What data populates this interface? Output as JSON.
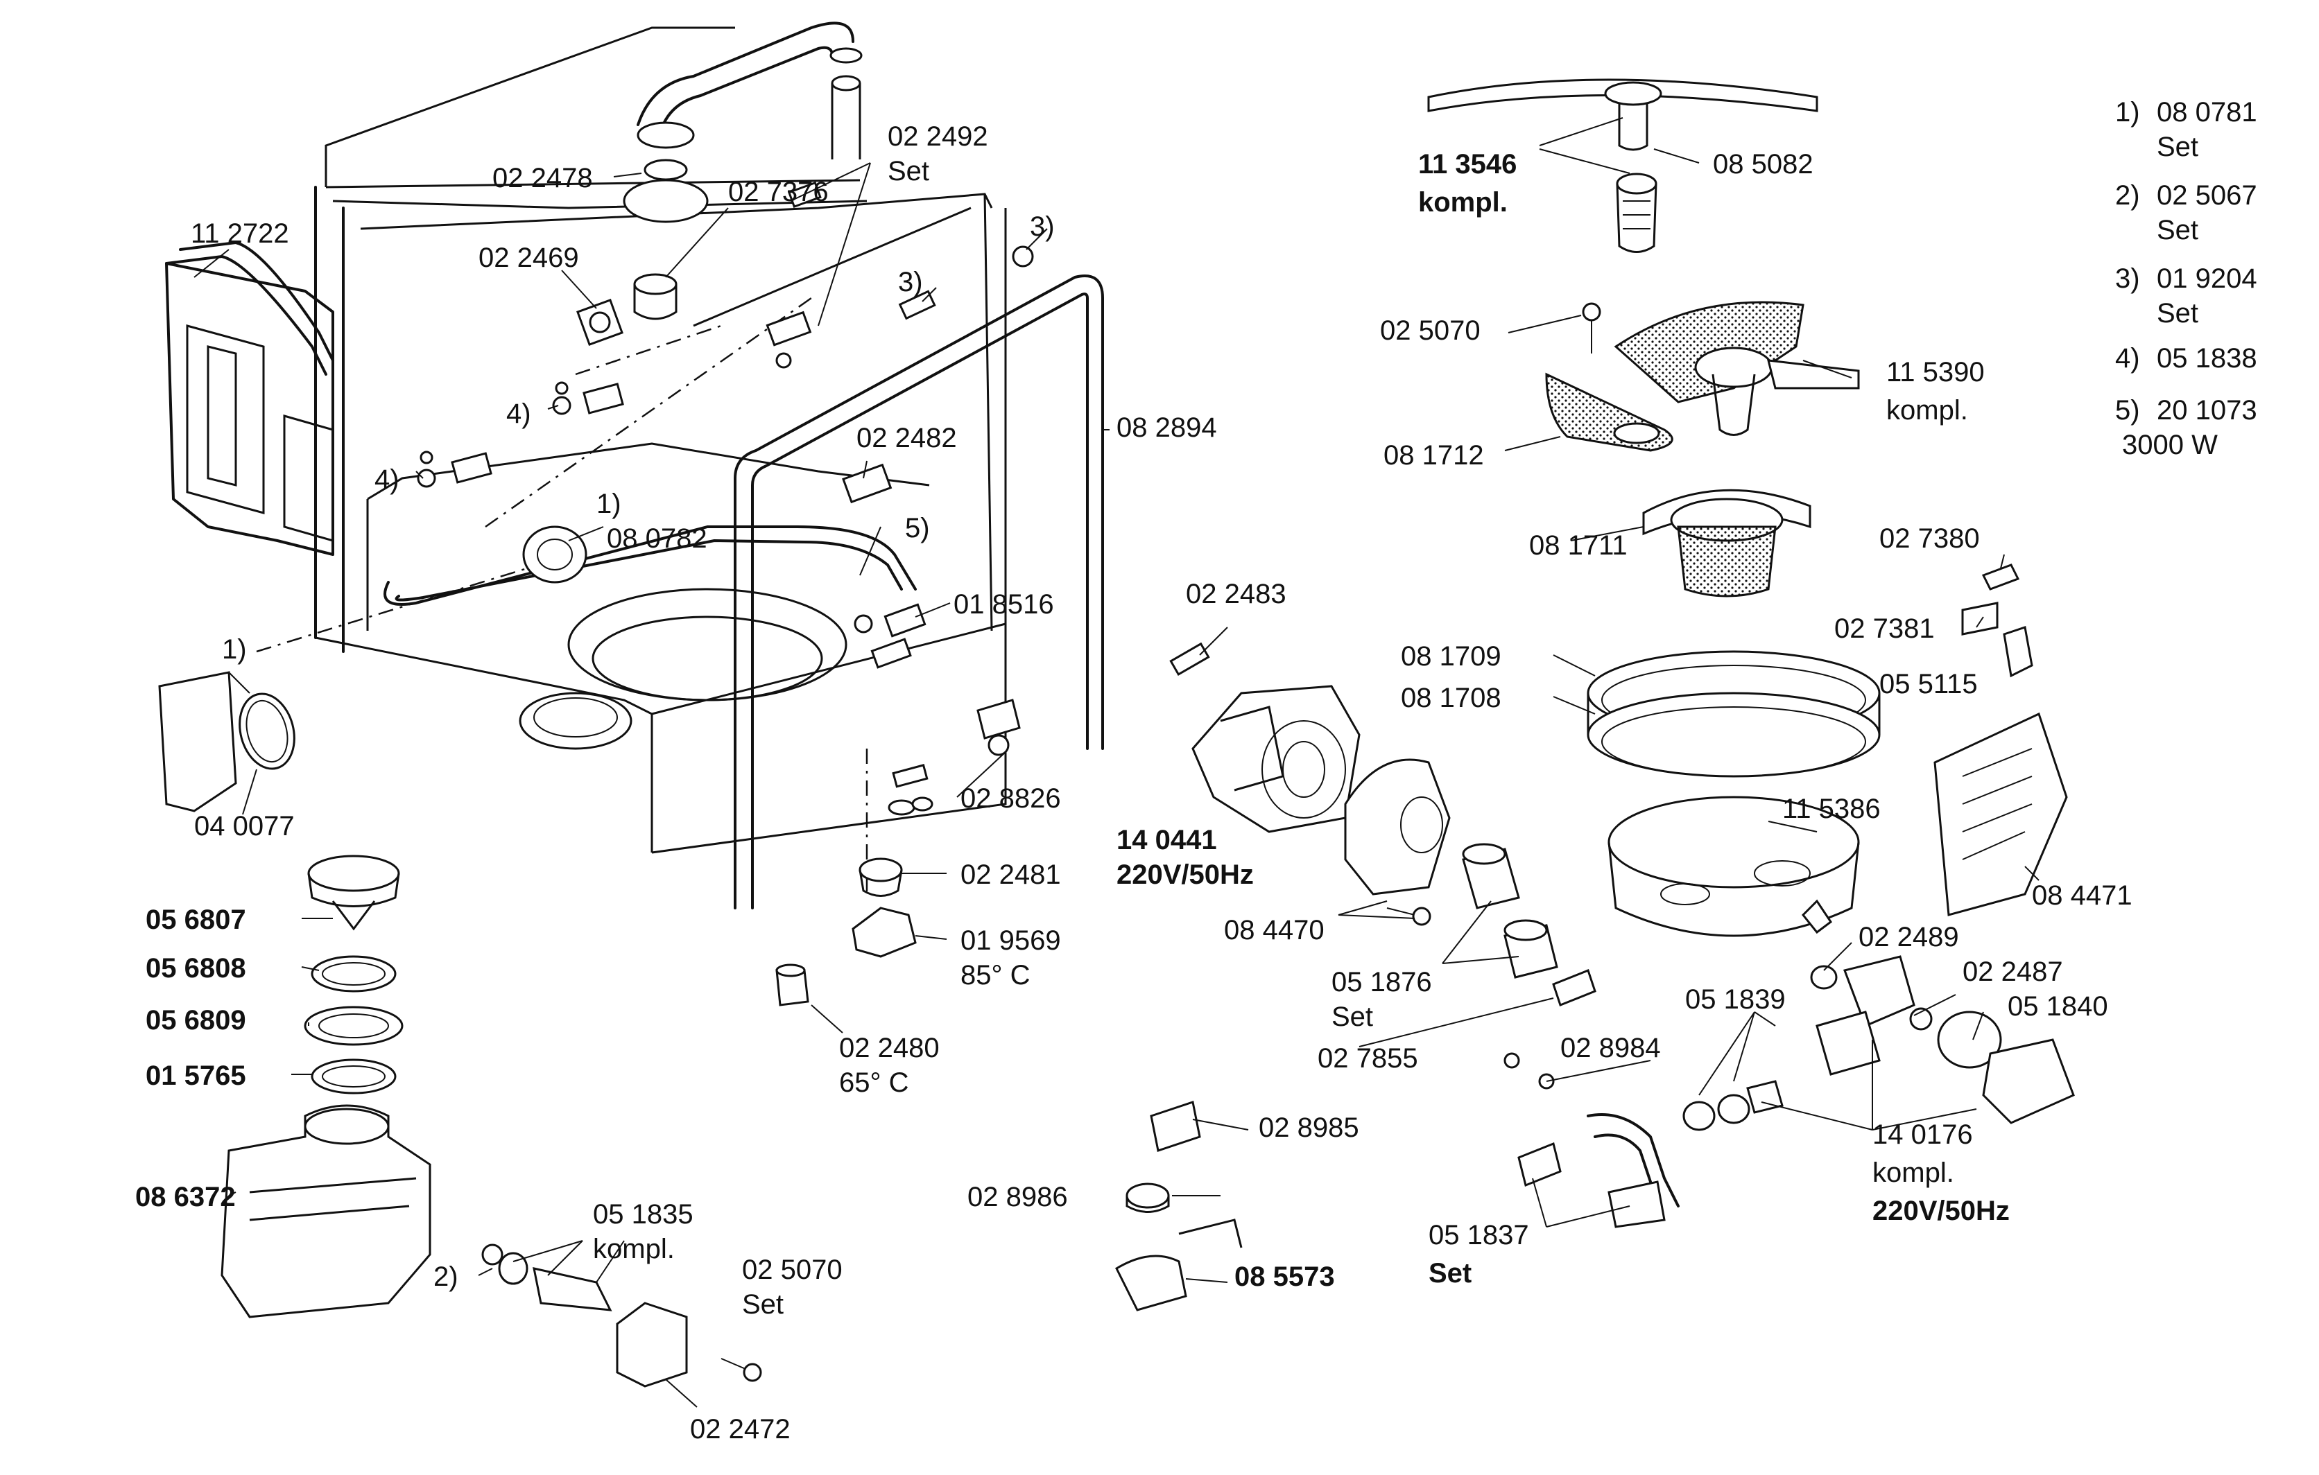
{
  "callouts": {
    "c_112722": "11 2722",
    "c_022478": "02 2478",
    "c_022469": "02 2469",
    "c_027376": "02 7376",
    "c_022492": "02 2492",
    "c_022492_set": "Set",
    "c_3a": "3)",
    "c_3b": "3)",
    "c_4a": "4)",
    "c_4b": "4)",
    "c_1a": "1)",
    "c_1b": "1)",
    "c_5": "5)",
    "c_080782": "08 0782",
    "c_082894": "08 2894",
    "c_022482": "02 2482",
    "c_018516": "01 8516",
    "c_040077": "04 0077",
    "c_028826": "02 8826",
    "c_022481": "02 2481",
    "c_019569": "01 9569",
    "c_019569_t": "85° C",
    "c_022480": "02 2480",
    "c_022480_t": "65° C",
    "c_056807": "05 6807",
    "c_056808": "05 6808",
    "c_056809": "05 6809",
    "c_015765": "01 5765",
    "c_086372": "08 6372",
    "c_051835": "05 1835",
    "c_051835_k": "kompl.",
    "c_2": "2)",
    "c_025070b": "02 5070",
    "c_025070b_set": "Set",
    "c_022472": "02 2472",
    "c_113546": "11 3546",
    "c_113546_k": "kompl.",
    "c_085082": "08 5082",
    "c_025070": "02 5070",
    "c_115390": "11 5390",
    "c_115390_k": "kompl.",
    "c_081712": "08 1712",
    "c_081711": "08 1711",
    "c_027380": "02 7380",
    "c_027381": "02 7381",
    "c_055115": "05 5115",
    "c_022483": "02 2483",
    "c_081709": "08 1709",
    "c_081708": "08 1708",
    "c_140441": "14 0441",
    "c_140441_v": "220V/50Hz",
    "c_115386": "11 5386",
    "c_084471": "08 4471",
    "c_084470": "08 4470",
    "c_051876": "05 1876",
    "c_051876_set": "Set",
    "c_027855": "02 7855",
    "c_022489": "02 2489",
    "c_022487": "02 2487",
    "c_051839": "05 1839",
    "c_051840": "05 1840",
    "c_028984": "02 8984",
    "c_028985": "02 8985",
    "c_028986": "02 8986",
    "c_085573": "08 5573",
    "c_051837": "05 1837",
    "c_051837_set": "Set",
    "c_140176": "14 0176",
    "c_140176_k": "kompl.",
    "c_140176_v": "220V/50Hz"
  },
  "legend": [
    {
      "key": "1)",
      "part": "08 0781",
      "note": "Set"
    },
    {
      "key": "2)",
      "part": "02 5067",
      "note": "Set"
    },
    {
      "key": "3)",
      "part": "01 9204",
      "note": "Set"
    },
    {
      "key": "4)",
      "part": "05 1838",
      "note": ""
    },
    {
      "key": "5)",
      "part": "20 1073",
      "note": "3000 W"
    }
  ]
}
